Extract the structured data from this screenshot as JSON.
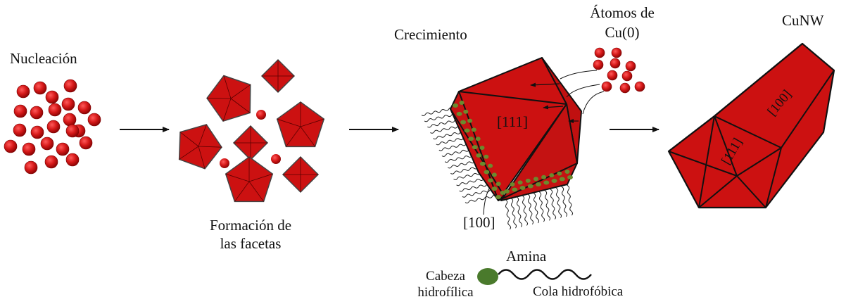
{
  "stages": {
    "nucleation": {
      "label": "Nucleación"
    },
    "facets": {
      "line1": "Formación de",
      "line2": "las facetas"
    },
    "growth": {
      "label": "Crecimiento",
      "facet_111": "[111]",
      "facet_100": "[100]"
    },
    "atoms": {
      "line1": "Átomos de",
      "line2": "Cu(0)"
    },
    "nanowire": {
      "label": "CuNW",
      "facet_111": "[111]",
      "facet_100": "[100]"
    }
  },
  "legend": {
    "title": "Amina",
    "head_line1": "Cabeza",
    "head_line2": "hidrofílica",
    "tail": "Cola hidrofóbica"
  },
  "colors": {
    "red": "#cc1111",
    "red_dark": "#8b0000",
    "head_green": "#4a7a2c",
    "dot_green": "#5f7a2a",
    "ink": "#111111"
  }
}
